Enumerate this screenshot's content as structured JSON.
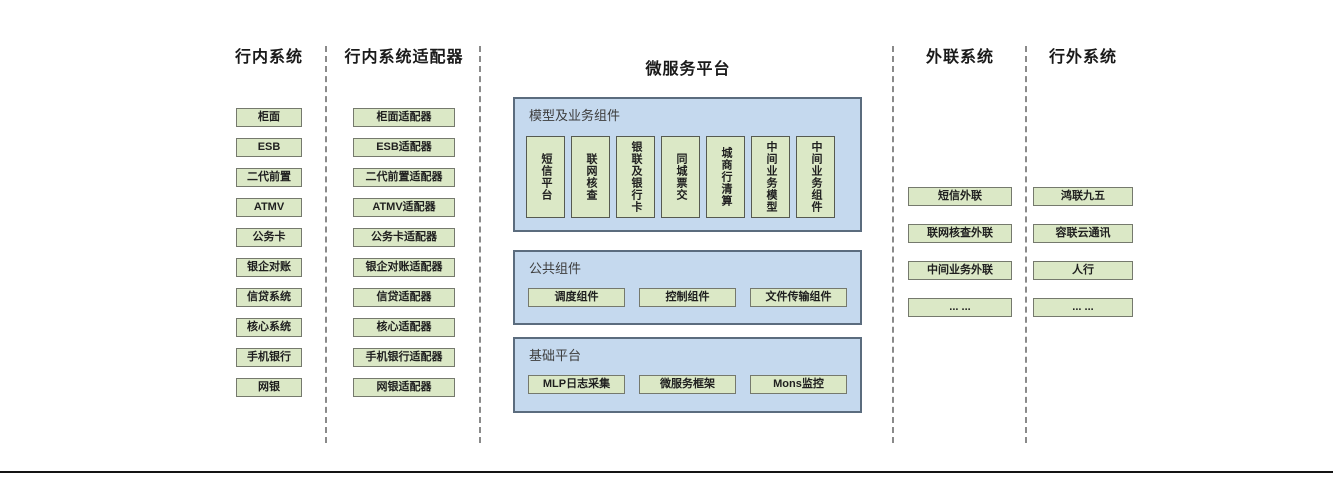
{
  "colors": {
    "green_fill": "#dbe8c6",
    "green_border": "#75796d",
    "blue_fill": "#c5d9ee",
    "blue_border": "#5b6c7e",
    "divider": "#8a8a8a",
    "bottom_line": "#141414"
  },
  "columns": {
    "internal": {
      "title": "行内系统",
      "items": [
        "柜面",
        "ESB",
        "二代前置",
        "ATMV",
        "公务卡",
        "银企对账",
        "信贷系统",
        "核心系统",
        "手机银行",
        "网银"
      ]
    },
    "adapters": {
      "title": "行内系统适配器",
      "items": [
        "柜面适配器",
        "ESB适配器",
        "二代前置适配器",
        "ATMV适配器",
        "公务卡适配器",
        "银企对账适配器",
        "信贷适配器",
        "核心适配器",
        "手机银行适配器",
        "网银适配器"
      ]
    },
    "microservice": {
      "title": "微服务平台",
      "sections": [
        {
          "label": "模型及业务组件",
          "items": [
            "短信平台",
            "联网核查",
            "银联及银行卡",
            "同城票交",
            "城商行清算",
            "中间业务模型",
            "中间业务组件"
          ]
        },
        {
          "label": "公共组件",
          "items": [
            "调度组件",
            "控制组件",
            "文件传输组件"
          ]
        },
        {
          "label": "基础平台",
          "items": [
            "MLP日志采集",
            "微服务框架",
            "Mons监控"
          ]
        }
      ]
    },
    "external_link": {
      "title": "外联系统",
      "items": [
        "短信外联",
        "联网核查外联",
        "中间业务外联",
        "... ..."
      ]
    },
    "outside": {
      "title": "行外系统",
      "items": [
        "鸿联九五",
        "容联云通讯",
        "人行",
        "... ..."
      ]
    }
  }
}
